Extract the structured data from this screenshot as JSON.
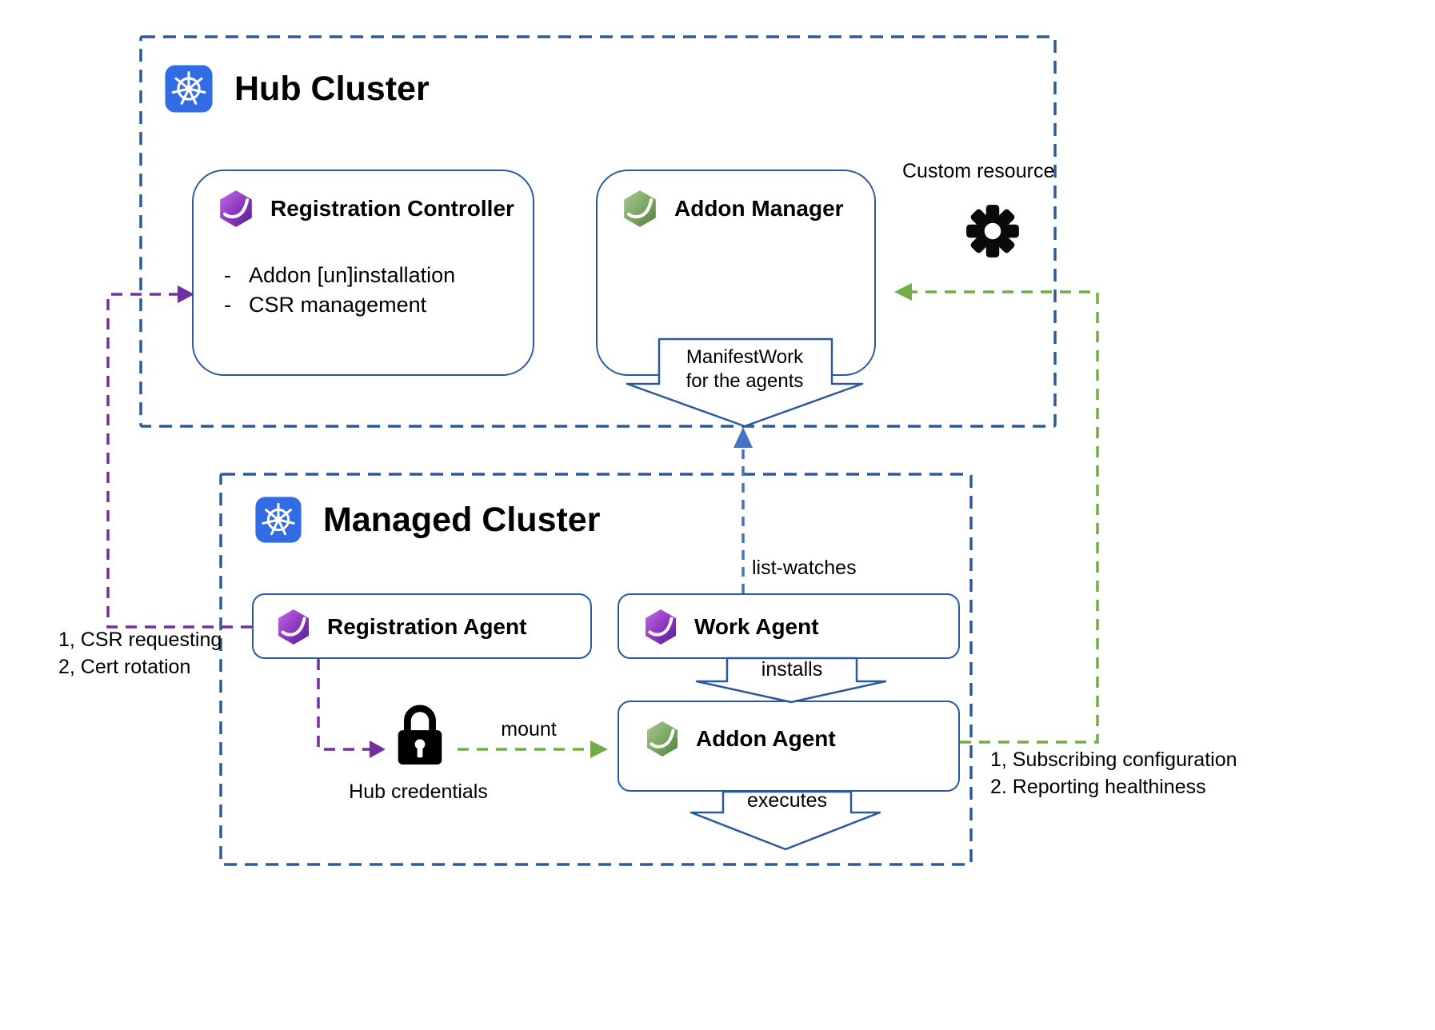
{
  "colors": {
    "cluster_border_blue": "#2b5a9b",
    "node_border_blue": "#2b5a9b",
    "purple_arrow": "#7030a0",
    "green_arrow": "#70ad47",
    "blue_arrow": "#4472c4",
    "kubernetes_blue": "#326ce5",
    "icon_black": "#0a0a0a"
  },
  "hub_cluster": {
    "title": "Hub Cluster",
    "registration_controller": {
      "title": "Registration Controller",
      "bullets": [
        {
          "marker": "-",
          "text": "Addon [un]installation"
        },
        {
          "marker": "-",
          "text": "CSR management"
        }
      ]
    },
    "addon_manager": {
      "title": "Addon Manager"
    },
    "custom_resource_label": "Custom resource",
    "manifestwork": {
      "line1": "ManifestWork",
      "line2": "for the agents"
    }
  },
  "managed_cluster": {
    "title": "Managed Cluster",
    "registration_agent": {
      "title": "Registration Agent"
    },
    "work_agent": {
      "title": "Work Agent"
    },
    "addon_agent": {
      "title": "Addon Agent"
    },
    "hub_credentials_label": "Hub credentials"
  },
  "edge_labels": {
    "list_watches": "list-watches",
    "installs": "installs",
    "executes": "executes",
    "mount": "mount",
    "csr_requesting": "1, CSR requesting",
    "cert_rotation": "2, Cert rotation",
    "subscribing_configuration": "1, Subscribing configuration",
    "reporting_healthiness": "2. Reporting healthiness"
  }
}
